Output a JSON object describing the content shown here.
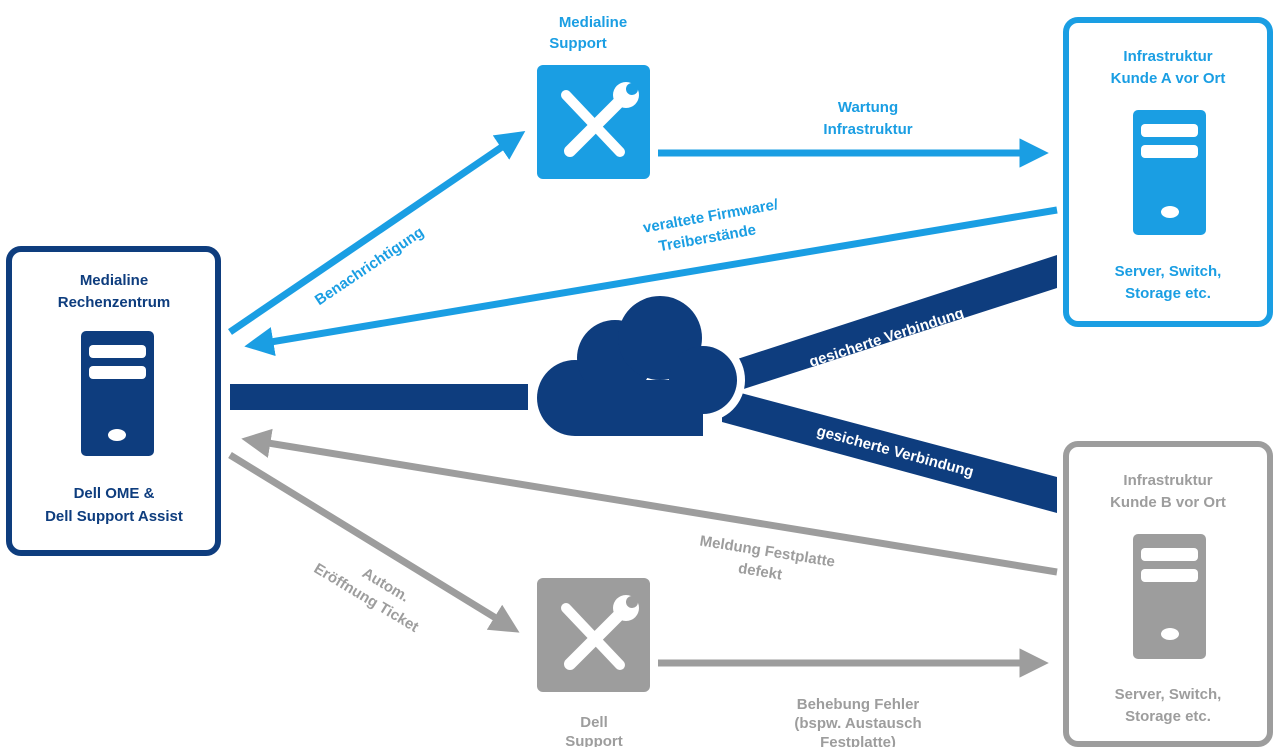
{
  "colors": {
    "light_blue": "#1a9ee3",
    "dark_blue": "#0e3d7e",
    "grey": "#9d9d9d",
    "white": "#ffffff"
  },
  "icons": [
    "server-icon",
    "tools-icon",
    "cloud-icon"
  ],
  "nodes": {
    "rechenzentrum": {
      "title_1": "Medialine",
      "title_2": "Rechenzentrum",
      "sub_1": "Dell OME &",
      "sub_2": "Dell Support Assist"
    },
    "medialine_support": {
      "title_1": "Medialine",
      "title_2": "Support"
    },
    "dell_support": {
      "title_1": "Dell",
      "title_2": "Support"
    },
    "kunde_a": {
      "title_1": "Infrastruktur",
      "title_2": "Kunde A vor Ort",
      "sub_1": "Server, Switch,",
      "sub_2": "Storage etc."
    },
    "kunde_b": {
      "title_1": "Infrastruktur",
      "title_2": "Kunde B vor Ort",
      "sub_1": "Server, Switch,",
      "sub_2": "Storage etc."
    }
  },
  "edges": {
    "benachrichtigung": "Benachrichtigung",
    "wartung_1": "Wartung",
    "wartung_2": "Infrastruktur",
    "firmware_1": "veraltete Firmware/",
    "firmware_2": "Treiberstände",
    "verbindung_a": "gesicherte Verbindung",
    "verbindung_b": "gesicherte Verbindung",
    "ticket_1": "Autom.",
    "ticket_2": "Eröffnung Ticket",
    "festplatte_1": "Meldung Festplatte",
    "festplatte_2": "defekt",
    "behebung_1": "Behebung Fehler",
    "behebung_2": "(bspw. Austausch",
    "behebung_3": "Festplatte)"
  }
}
